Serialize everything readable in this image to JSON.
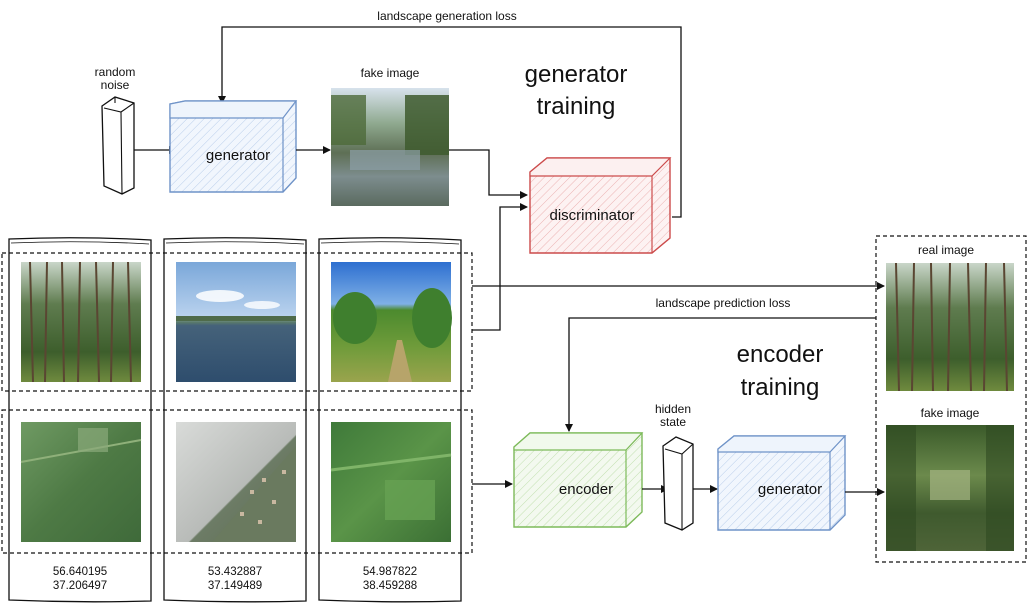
{
  "title_generator": [
    "generator",
    "training"
  ],
  "title_encoder": [
    "encoder",
    "training"
  ],
  "loss_top": "landscape generation loss",
  "loss_mid": "landscape prediction loss",
  "random_noise": [
    "random",
    "noise"
  ],
  "hidden_state": [
    "hidden",
    "state"
  ],
  "fake_image_top": "fake image",
  "real_image": "real image",
  "fake_image_right": "fake image",
  "generator_top": "generator",
  "generator_bottom": "generator",
  "discriminator": "discriminator",
  "encoder": "encoder",
  "samples": [
    {
      "lat": "56.640195",
      "lon": "37.206497"
    },
    {
      "lat": "53.432887",
      "lon": "37.149489"
    },
    {
      "lat": "54.987822",
      "lon": "38.459288"
    }
  ],
  "colors": {
    "generator_edge": "#6f93c8",
    "generator_fill": "#eaf1fb",
    "discriminator_edge": "#cc4b4b",
    "discriminator_fill": "#fbecec",
    "encoder_edge": "#7dba5a",
    "encoder_fill": "#eef7e8"
  }
}
